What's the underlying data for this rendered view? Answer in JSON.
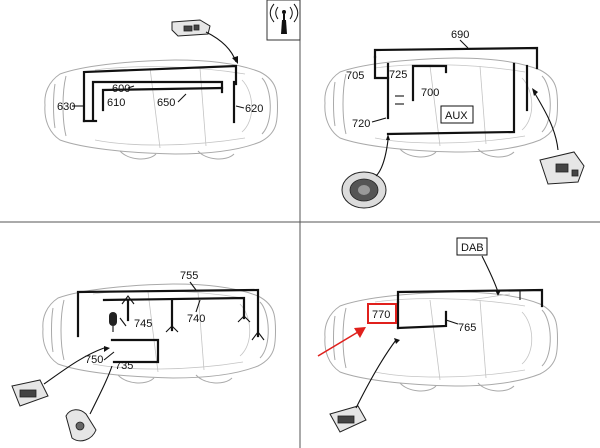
{
  "panels": {
    "top_left": {
      "labels": {
        "l600": "600",
        "l610": "610",
        "l630": "630",
        "l650": "650",
        "l620": "620"
      }
    },
    "top_right": {
      "labels": {
        "l690": "690",
        "l705": "705",
        "l725": "725",
        "l700": "700",
        "l720": "720",
        "aux": "AUX"
      }
    },
    "bottom_left": {
      "labels": {
        "l755": "755",
        "l745": "745",
        "l740": "740",
        "l750": "750",
        "l735": "735"
      }
    },
    "bottom_right": {
      "labels": {
        "dab": "DAB",
        "l770": "770",
        "l765": "765"
      }
    }
  },
  "colors": {
    "highlight": "#e0201c",
    "wire": "#111111",
    "car_outline": "#a9a9a9"
  },
  "icons": {
    "antenna": "antenna-tower-icon"
  }
}
